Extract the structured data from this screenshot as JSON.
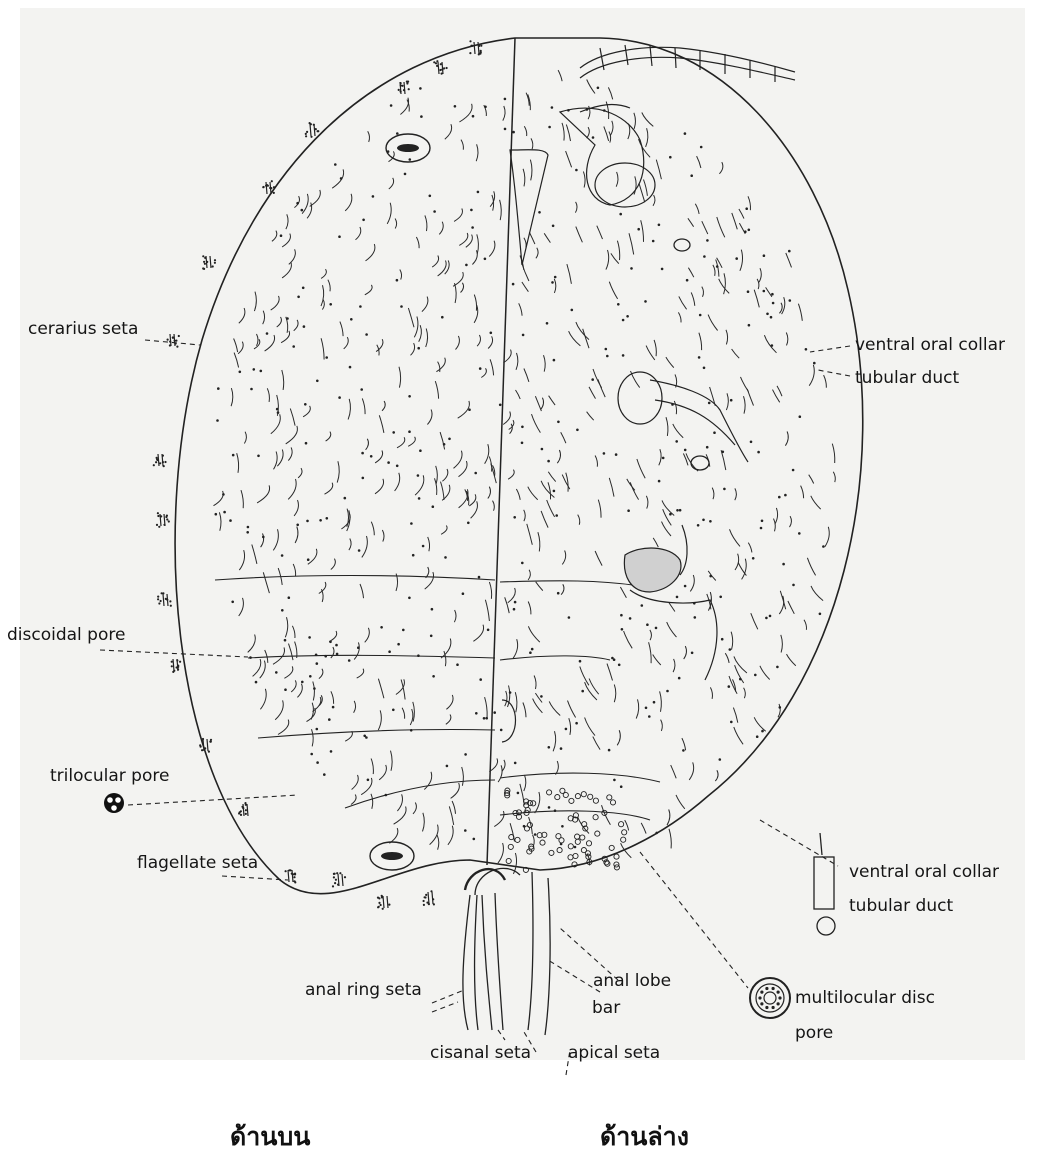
{
  "diagram": {
    "labels": {
      "cerarius_seta": "cerarius seta",
      "discoidal_pore": "discoidal pore",
      "trilocular_pore": "trilocular pore",
      "flagellate_seta": "flagellate seta",
      "anal_ring_seta": "anal ring seta",
      "cisanal_seta": "cisanal seta",
      "apical_seta": "apical seta",
      "bar": "bar",
      "anal_lobe": "anal lobe",
      "multilocular_disc": "multilocular disc",
      "multilocular_pore": "pore",
      "ventral_oral_collar_1": "ventral oral collar",
      "tubular_duct_1": "tubular duct",
      "ventral_oral_collar_2": "ventral oral collar",
      "tubular_duct_2": "tubular duct"
    },
    "captions": {
      "dorsal": "ด้านบน",
      "ventral": "ด้านล่าง"
    }
  }
}
